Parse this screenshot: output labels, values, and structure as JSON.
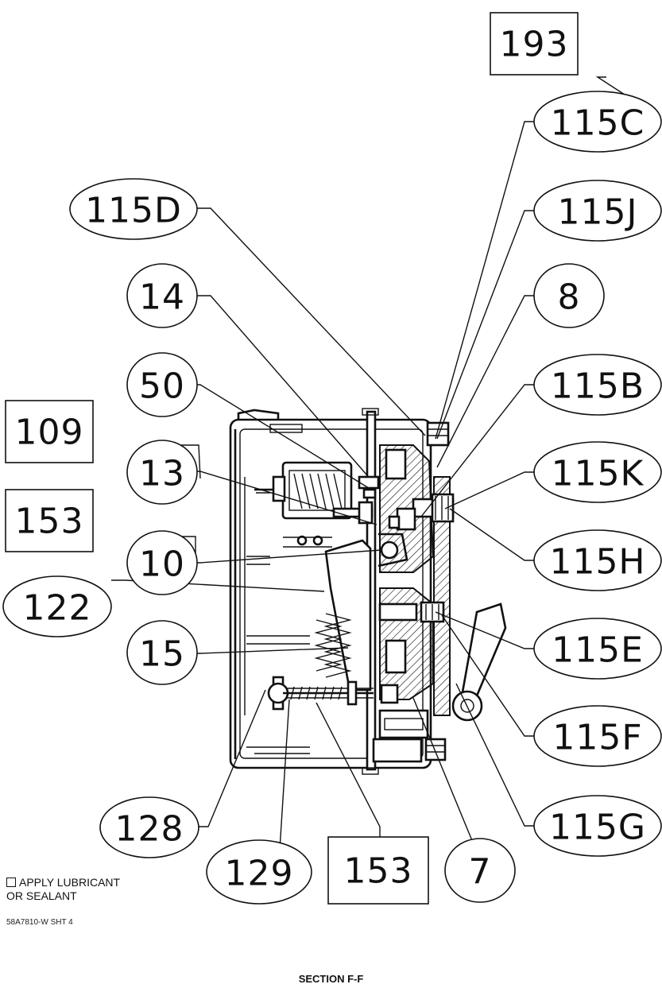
{
  "callouts": {
    "c193": "193",
    "c115C": "115C",
    "c115D": "115D",
    "c115J": "115J",
    "c14": "14",
    "c8": "8",
    "c50": "50",
    "c115B": "115B",
    "c109": "109",
    "c13": "13",
    "c115K": "115K",
    "c153a": "153",
    "c10": "10",
    "c115H": "115H",
    "c122": "122",
    "c15": "15",
    "c115E": "115E",
    "c115F": "115F",
    "c128": "128",
    "c115G": "115G",
    "c129": "129",
    "c153b": "153",
    "c7": "7"
  },
  "notes": {
    "legend_line1": "APPLY LUBRICANT",
    "legend_line2": "OR SEALANT",
    "drawing_number": "58A7810-W SHT 4",
    "section_title": "SECTION F-F"
  }
}
